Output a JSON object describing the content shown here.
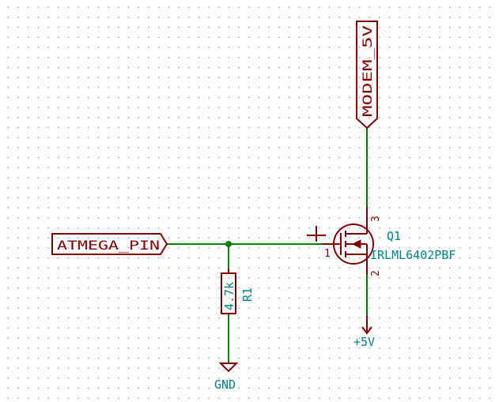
{
  "labels": {
    "atmega_pin": "ATMEGA_PIN",
    "modem_5v": "MODEM_5V"
  },
  "r1": {
    "ref": "R1",
    "value": "4.7k"
  },
  "q1": {
    "ref": "Q1",
    "value": "IRLML6402PBF",
    "pin_gate": "1",
    "pin_source": "2",
    "pin_drain": "3"
  },
  "power": {
    "plus5v": "+5V",
    "gnd": "GND"
  },
  "colors": {
    "wire": "#008400",
    "component": "#840000",
    "reference_text": "#008484",
    "grid_dot": "#9a9a9a"
  }
}
